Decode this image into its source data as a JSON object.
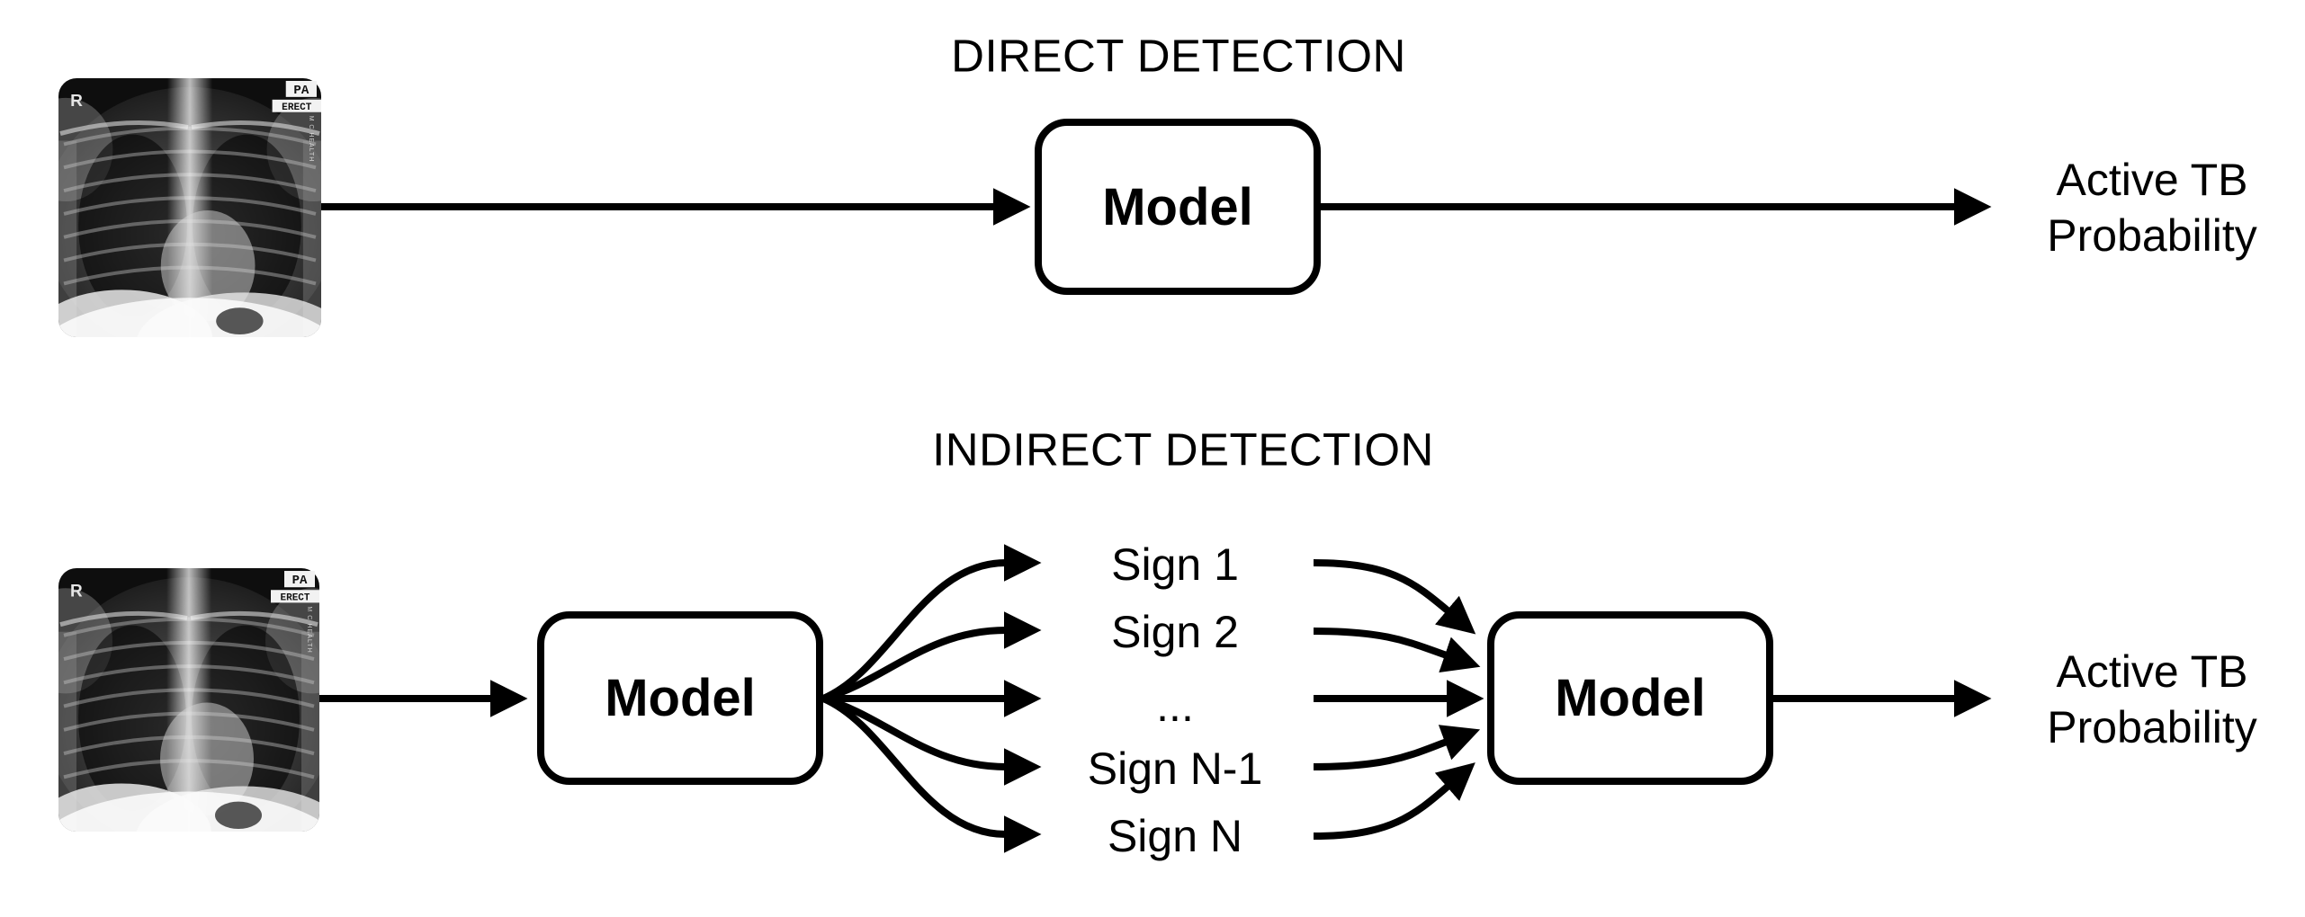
{
  "colors": {
    "ink": "#000000",
    "background": "#ffffff"
  },
  "direct": {
    "title": "DIRECT DETECTION",
    "model_label": "Model",
    "output": {
      "line1": "Active TB",
      "line2": "Probability"
    }
  },
  "indirect": {
    "title": "INDIRECT DETECTION",
    "extractor_model_label": "Model",
    "classifier_model_label": "Model",
    "signs": [
      {
        "label": "Sign 1"
      },
      {
        "label": "Sign 2"
      },
      {
        "label": "..."
      },
      {
        "label": "Sign N-1"
      },
      {
        "label": "Sign N"
      }
    ],
    "output": {
      "line1": "Active TB",
      "line2": "Probability"
    }
  },
  "xray": {
    "side_marker": "R",
    "view_badge": "PA",
    "position_badge": "ERECT",
    "edge_watermark": "M C HEALTH"
  }
}
